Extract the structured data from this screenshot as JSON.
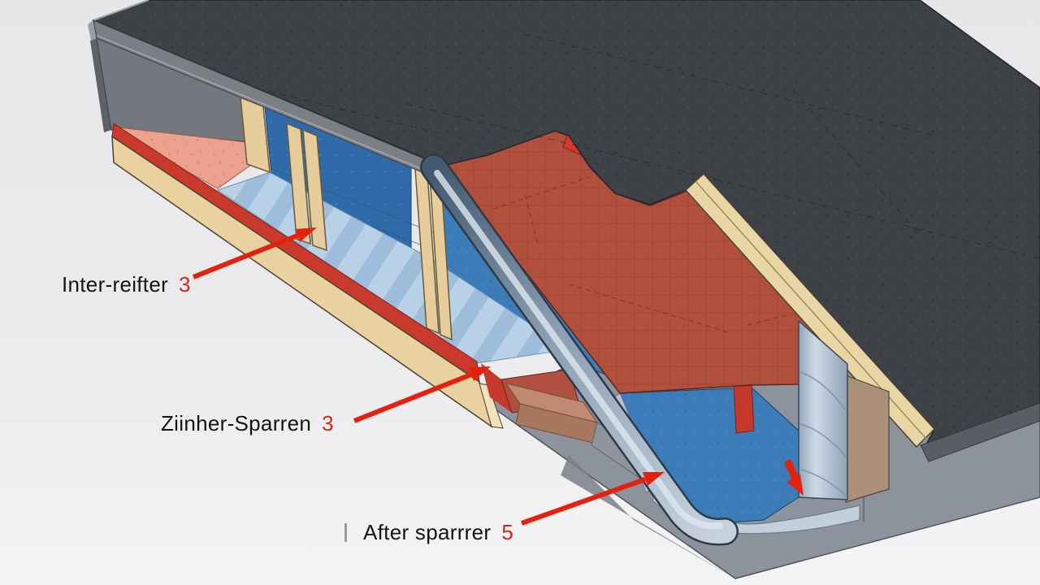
{
  "scene": {
    "description": "Cutaway 3D illustration of a flat-roof build-up showing insulation layers, rafters, membrane flashing and a pipe penetration",
    "background_color": "#e9e9eb"
  },
  "labels": [
    {
      "text": "Inter-reifter",
      "number": "3"
    },
    {
      "text": "Ziinher-Sparren",
      "number": "3"
    },
    {
      "text": "After sparrrer",
      "number": "5"
    }
  ],
  "annotation": {
    "arrow_color": "#e2210f",
    "number_color": "#d3261a",
    "text_color": "#141414"
  },
  "materials": {
    "roof_deck_dark": "#3e4145",
    "fascia_gray": "#7b7f85",
    "back_wall_gray": "#74777d",
    "insulation_pink": "#eda28f",
    "insulation_blue": "#3c7cb9",
    "insulation_blue_dark": "#2e6ba8",
    "corrugated_deck_blue": "#a6c3de",
    "rafter_wood_tan": "#e6cd9b",
    "edge_strip_red": "#c93a2c",
    "sloped_board_redbrown": "#b1513d",
    "metal_flashing_steel": "#9fb2c4",
    "membrane_pale": "#c2cfdc",
    "pipe_gray_blue": "#b3c2d2",
    "concrete_gray": "#8d939c",
    "copper_step": "#c08a72",
    "wood_wall_brown": "#ab9179"
  }
}
